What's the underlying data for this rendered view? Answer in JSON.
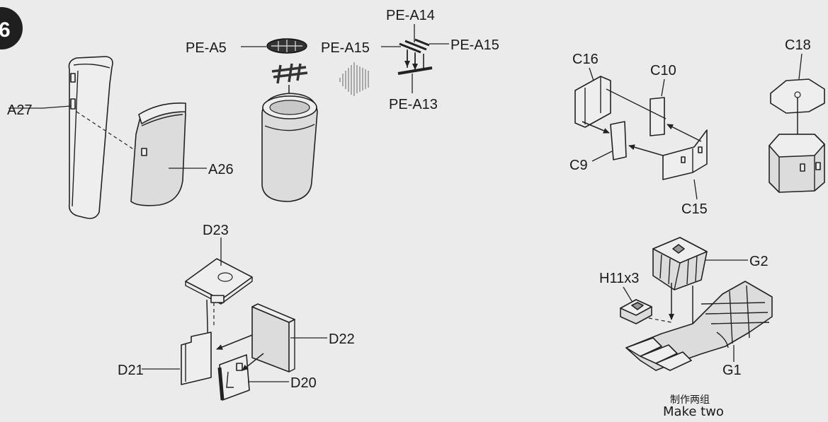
{
  "step": {
    "number": "6"
  },
  "labels": {
    "a27": "A27",
    "a26": "A26",
    "pe_a5": "PE-A5",
    "pe_a14": "PE-A14",
    "pe_a15_left": "PE-A15",
    "pe_a15_right": "PE-A15",
    "pe_a13": "PE-A13",
    "c16": "C16",
    "c10": "C10",
    "c9": "C9",
    "c15": "C15",
    "c18": "C18",
    "d23": "D23",
    "d22": "D22",
    "d21": "D21",
    "d20": "D20",
    "g2": "G2",
    "h11": "H11x3",
    "g1": "G1"
  },
  "note": {
    "chinese": "制作两组",
    "english": "Make two"
  },
  "colors": {
    "paper": "#ebebeb",
    "ink": "#1a1a1a",
    "step_circle": "#1f1f1f"
  }
}
